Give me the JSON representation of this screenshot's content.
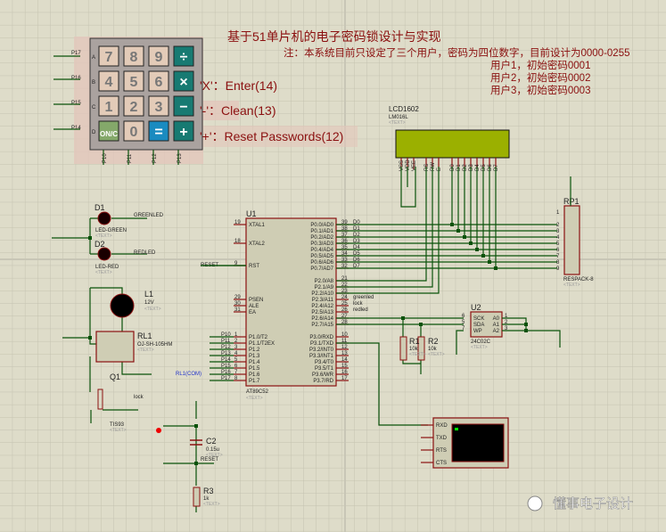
{
  "title": "基于51单片机的电子密码锁设计与实现",
  "note": "注：本系统目前只设定了三个用户，密码为四位数字，目前设计为0000-0255",
  "users": [
    "用户1，初始密码0001",
    "用户2，初始密码0002",
    "用户3，初始密码0003"
  ],
  "key_legend": [
    "'X'：Enter(14)",
    "'-'：Clean(13)",
    "'+'：Reset Passwords(12)"
  ],
  "keypad": {
    "keys": [
      [
        "7",
        "8",
        "9",
        "÷"
      ],
      [
        "4",
        "5",
        "6",
        "×"
      ],
      [
        "1",
        "2",
        "3",
        "−"
      ],
      [
        "ON/C",
        "0",
        "=",
        "+"
      ]
    ],
    "rows": [
      "A",
      "B",
      "C",
      "D"
    ],
    "row_nets": [
      "P17",
      "P16",
      "P15",
      "P14"
    ],
    "cols": [
      "1",
      "2",
      "3",
      "4"
    ],
    "col_nets": [
      "P10",
      "P11",
      "P12",
      "P13"
    ]
  },
  "lcd": {
    "ref": "LCD1602",
    "part": "LM016L",
    "text": "<TEXT>",
    "pins": [
      "VSS",
      "VDD",
      "VEE",
      "RS",
      "RW",
      "E",
      "D0",
      "D1",
      "D2",
      "D3",
      "D4",
      "D5",
      "D6",
      "D7"
    ],
    "pin_nums": [
      "1",
      "2",
      "3",
      "4",
      "5",
      "6",
      "7",
      "8",
      "9",
      "10",
      "11",
      "12",
      "13",
      "14"
    ],
    "color": "#9bb000"
  },
  "u1": {
    "ref": "U1",
    "part": "AT89C52",
    "text": "<TEXT>",
    "left": [
      [
        "19",
        "XTAL1"
      ],
      [
        "18",
        "XTAL2"
      ],
      [
        "9",
        "RST"
      ],
      [
        "29",
        "PSEN"
      ],
      [
        "30",
        "ALE"
      ],
      [
        "31",
        "EA"
      ],
      [
        "1",
        "P1.0/T2"
      ],
      [
        "2",
        "P1.1/T2EX"
      ],
      [
        "3",
        "P1.2"
      ],
      [
        "4",
        "P1.3"
      ],
      [
        "5",
        "P1.4"
      ],
      [
        "6",
        "P1.5"
      ],
      [
        "7",
        "P1.6"
      ],
      [
        "8",
        "P1.7"
      ]
    ],
    "right": [
      [
        "39",
        "P0.0/AD0"
      ],
      [
        "38",
        "P0.1/AD1"
      ],
      [
        "37",
        "P0.2/AD2"
      ],
      [
        "36",
        "P0.3/AD3"
      ],
      [
        "35",
        "P0.4/AD4"
      ],
      [
        "34",
        "P0.5/AD5"
      ],
      [
        "33",
        "P0.6/AD6"
      ],
      [
        "32",
        "P0.7/AD7"
      ],
      [
        "21",
        "P2.0/A8"
      ],
      [
        "22",
        "P2.1/A9"
      ],
      [
        "23",
        "P2.2/A10"
      ],
      [
        "24",
        "P2.3/A11"
      ],
      [
        "25",
        "P2.4/A12"
      ],
      [
        "26",
        "P2.5/A13"
      ],
      [
        "27",
        "P2.6/A14"
      ],
      [
        "28",
        "P2.7/A15"
      ],
      [
        "10",
        "P3.0/RXD"
      ],
      [
        "11",
        "P3.1/TXD"
      ],
      [
        "12",
        "P3.2/INT0"
      ],
      [
        "13",
        "P3.3/INT1"
      ],
      [
        "14",
        "P3.4/T0"
      ],
      [
        "15",
        "P3.5/T1"
      ],
      [
        "16",
        "P3.6/WR"
      ],
      [
        "17",
        "P3.7/RD"
      ]
    ],
    "p0_nets": [
      "D0",
      "D1",
      "D2",
      "D3",
      "D4",
      "D5",
      "D6",
      "D7"
    ],
    "p2_nets": [
      "greenled",
      "lock",
      "redled"
    ],
    "p1_nets": [
      "P10",
      "P11",
      "P12",
      "P13",
      "P14",
      "P15",
      "P16",
      "P17"
    ],
    "reset_net": "RESET"
  },
  "rp1": {
    "ref": "RP1",
    "part": "RESPACK-8",
    "text": "<TEXT>",
    "pins": [
      "1",
      "2",
      "3",
      "4",
      "5",
      "6",
      "7",
      "8",
      "9"
    ]
  },
  "u2": {
    "ref": "U2",
    "part": "24C02C",
    "text": "<TEXT>",
    "left": [
      [
        "6",
        "SCK"
      ],
      [
        "5",
        "SDA"
      ],
      [
        "7",
        "WP"
      ]
    ],
    "right": [
      [
        "1",
        "A0"
      ],
      [
        "2",
        "A1"
      ],
      [
        "3",
        "A2"
      ]
    ]
  },
  "d1": {
    "ref": "D1",
    "part": "LED-GREEN",
    "text": "<TEXT>",
    "net": "GREENLED"
  },
  "d2": {
    "ref": "D2",
    "part": "LED-RED",
    "text": "<TEXT>",
    "net": "REDLED"
  },
  "l1": {
    "ref": "L1",
    "value": "12V",
    "text": "<TEXT>"
  },
  "rl1": {
    "ref": "RL1",
    "part": "OJ-SH-105HM",
    "text": "<TEXT>",
    "probe": "RL1(COM)"
  },
  "q1": {
    "ref": "Q1",
    "part": "TIS93",
    "text": "<TEXT>",
    "net": "lock"
  },
  "r1": {
    "ref": "R1",
    "value": "10k",
    "text": "<TEXT>"
  },
  "r2": {
    "ref": "R2",
    "value": "10k",
    "text": "<TEXT>"
  },
  "r3": {
    "ref": "R3",
    "value": "1k",
    "text": "<TEXT>"
  },
  "c2": {
    "ref": "C2",
    "value": "0.15u",
    "text": "<TEXT>",
    "net": "RESET"
  },
  "vterm": {
    "pins": [
      "RXD",
      "TXD",
      "RTS",
      "CTS"
    ]
  },
  "watermark": "懂事电子设计"
}
